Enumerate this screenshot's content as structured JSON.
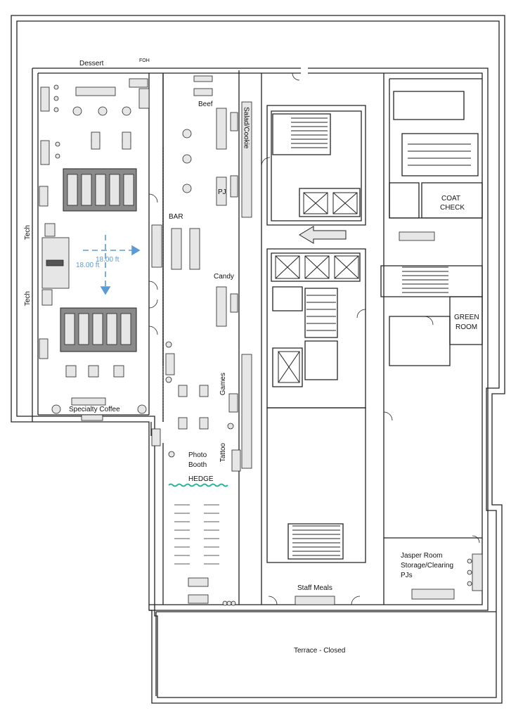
{
  "floor_plan": {
    "labels": {
      "dessert": "Dessert",
      "foh": "FOH",
      "beef": "Beef",
      "salad_cookie": "Salad/Cookie",
      "pj": "PJ",
      "bar": "BAR",
      "tech": "Tech",
      "candy": "Candy",
      "games": "Games",
      "tattoo": "Tattoo",
      "photo_booth_1": "Photo",
      "photo_booth_2": "Booth",
      "hedge": "HEDGE",
      "specialty_coffee": "Specialty Coffee",
      "coat_check_1": "COAT",
      "coat_check_2": "CHECK",
      "green_room_1": "GREEN",
      "green_room_2": "ROOM",
      "staff_meals": "Staff Meals",
      "jasper_1": "Jasper Room",
      "jasper_2": "Storage/Clearing",
      "jasper_3": "PJs",
      "terrace": "Terrace - Closed"
    },
    "dimension_labels": [
      "18.00 ft",
      "18.00 ft"
    ],
    "colors": {
      "wall": "#222222",
      "furniture_fill": "#e6e6e6",
      "stage_fill": "#8a8a8a",
      "dimension": "#5b9bd5",
      "hedge": "#2ab39a"
    }
  }
}
